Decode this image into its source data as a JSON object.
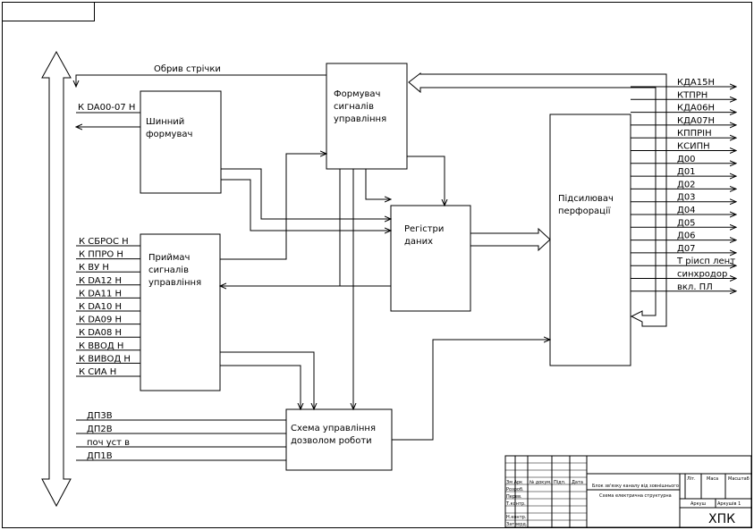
{
  "title": "Обрив стрічки",
  "blocks": {
    "bus_driver": [
      "Шинний",
      "формувач"
    ],
    "control_former": [
      "Формувач",
      "сигналів",
      "управління"
    ],
    "control_receiver": [
      "Приймач",
      "сигналів",
      "управління"
    ],
    "data_registers": [
      "Регістри",
      "даних"
    ],
    "perf_amplifier": [
      "Підсилювач",
      "перфорації"
    ],
    "enable_circuit": [
      "Схема управління",
      "дозволом роботи"
    ]
  },
  "left_inputs": {
    "bus_signal": "К DA00-07 Н",
    "receiver_signals": [
      "К СБРОС Н",
      "К ППРО Н",
      "К ВУ Н",
      "К DA12 Н",
      "К DA11 Н",
      "К DA10 Н",
      "К DA09 Н",
      "К DA08 Н",
      "К ВВОД Н",
      "К ВИВОД Н",
      "К СИА Н"
    ],
    "bottom_signals": [
      "ДП3В",
      "ДП2В",
      "поч уст в",
      "ДП1В"
    ]
  },
  "right_outputs": [
    "КДА15Н",
    "КТПРН",
    "КДА06Н",
    "КДА07Н",
    "КППРІН",
    "КСИПН",
    "Д00",
    "Д01",
    "Д02",
    "Д03",
    "Д04",
    "Д05",
    "Д06",
    "Д07",
    "Т ріисп лент",
    "синхродор",
    "вкл. ПЛ"
  ],
  "title_block": {
    "doc_title_lines": [
      "Блок зв'язку каналу від зовнішнього",
      "Схема електрична структурна"
    ],
    "row_labels": [
      "Зм Арк",
      "Розроб.",
      "Перев.",
      "Т.контр.",
      "Н.контр.",
      "Затверд."
    ],
    "col_labels": [
      "№ докум.",
      "Підп.",
      "Дата"
    ],
    "right_headers": [
      "Літ.",
      "Маса",
      "Масштаб"
    ],
    "sheet_labels": [
      "Аркуш",
      "Аркушів 1"
    ],
    "org": "ХПК"
  }
}
